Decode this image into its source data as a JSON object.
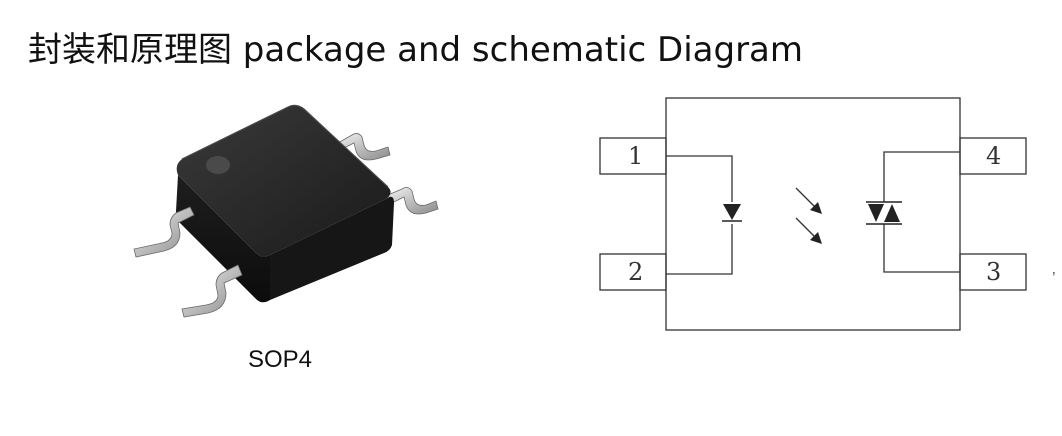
{
  "title": "封装和原理图  package and schematic Diagram",
  "package": {
    "label": "SOP4"
  },
  "schematic": {
    "pins": [
      {
        "label": "1"
      },
      {
        "label": "2"
      },
      {
        "label": "3"
      },
      {
        "label": "4"
      }
    ]
  },
  "edge_mark": "’"
}
